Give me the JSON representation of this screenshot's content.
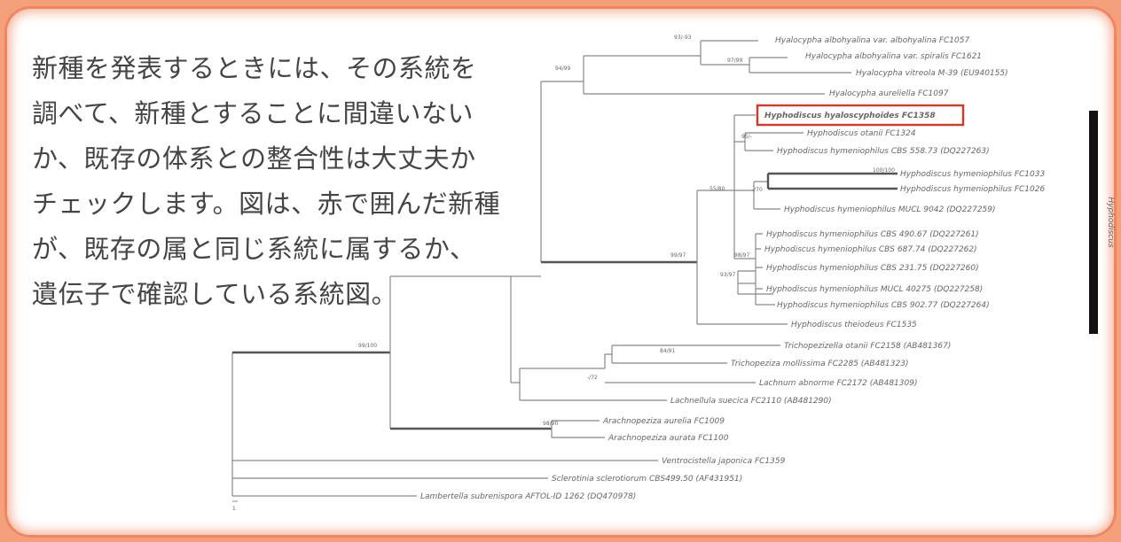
{
  "description": {
    "lines": [
      "新種を発表するときには、その系統を",
      "調べて、新種とすることに間違いない",
      "か、既存の体系との整合性は大丈夫か",
      "チェックします。図は、赤で囲んだ新種",
      "が、既存の属と同じ系統に属するか、",
      "遺伝子で確認している系統図。"
    ]
  },
  "tree": {
    "highlight_color": "#d9362b",
    "clade_label": "Hyphodiscus",
    "scale_label": "1",
    "taxa": [
      "Hyalocypha albohyalina var. albohyalina FC1057",
      "Hyalocypha albohyalina var. spiralis FC1621",
      "Hyalocypha vitreola M-39 (EU940155)",
      "Hyalocypha aureliella FC1097",
      "Hyphodiscus hyaloscyphoides FC1358",
      "Hyphodiscus otanii FC1324",
      "Hyphodiscus hymeniophilus CBS 558.73 (DQ227263)",
      "Hyphodiscus hymeniophilus FC1033",
      "Hyphodiscus hymeniophilus FC1026",
      "Hyphodiscus hymeniophilus MUCL 9042 (DQ227259)",
      "Hyphodiscus hymeniophilus CBS 490.67 (DQ227261)",
      "Hyphodiscus hymeniophilus CBS 687.74 (DQ227262)",
      "Hyphodiscus hymeniophilus CBS 231.75 (DQ227260)",
      "Hyphodiscus hymeniophilus MUCL 40275 (DQ227258)",
      "Hyphodiscus hymeniophilus CBS 902.77 (DQ227264)",
      "Hyphodiscus theiodeus FC1535",
      "Trichopezizella otanii FC2158 (AB481367)",
      "Trichopeziza mollissima FC2285 (AB481323)",
      "Lachnum abnorme FC2172 (AB481309)",
      "Lachnellula suecica FC2110 (AB481290)",
      "Arachnopeziza aurelia FC1009",
      "Arachnopeziza aurata FC1100",
      "Ventrocistella japonica FC1359",
      "Sclerotinia sclerotiorum CBS499.50 (AF431951)",
      "Lambertella subrenispora AFTOL-ID 1262 (DQ470978)"
    ],
    "supports": [
      "93/-93",
      "94/99",
      "97/99",
      "99/97",
      "55/80",
      "-/70",
      "100/100",
      "95/-",
      "93/97",
      "98/97",
      "99/100",
      "84/91",
      "-/72",
      "98/90"
    ]
  }
}
